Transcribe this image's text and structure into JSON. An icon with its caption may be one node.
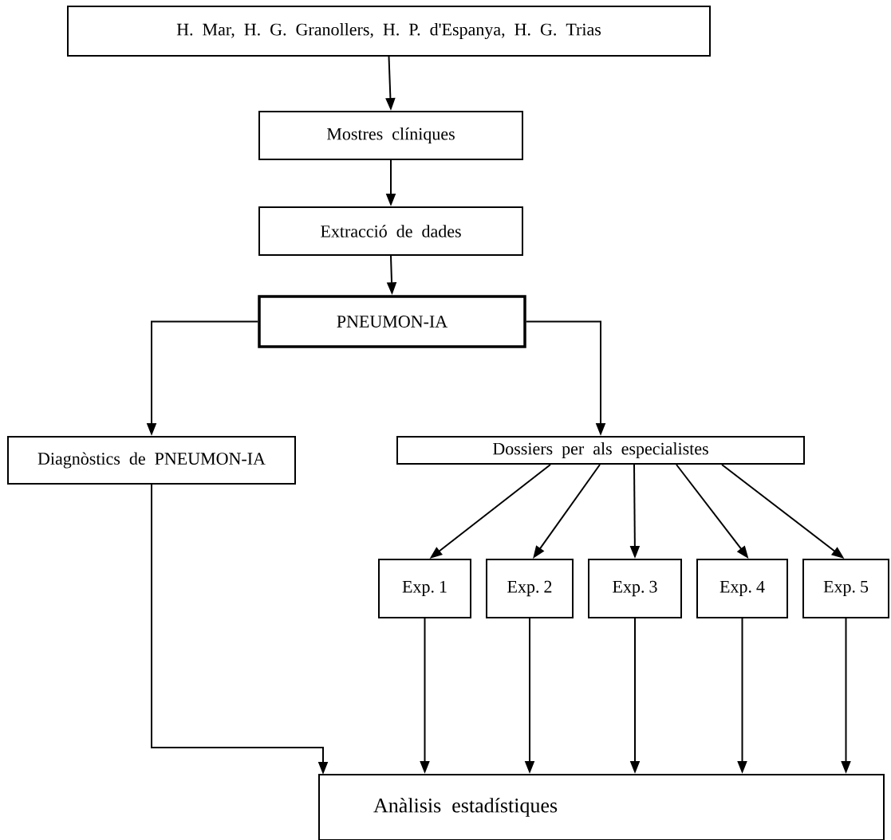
{
  "diagram": {
    "nodes": [
      {
        "text": [
          "H. Mar, H. G. Granollers, H. P. d'Espanya, H. G. Trias"
        ]
      },
      {
        "text": [
          "Mostres clíniques"
        ]
      },
      {
        "text": [
          "Extracció de dades"
        ]
      },
      {
        "text": [
          "PNEUMON-IA"
        ]
      },
      {
        "text": [
          "Diagnòstics de PNEUMON-IA"
        ]
      },
      {
        "text": [
          "Dossiers per als especialistes"
        ]
      },
      {
        "text": [
          "Exp. 1"
        ]
      },
      {
        "text": [
          "Exp. 2"
        ]
      },
      {
        "text": [
          "Exp. 3"
        ]
      },
      {
        "text": [
          "Exp. 4"
        ]
      },
      {
        "text": [
          "Exp. 5"
        ]
      },
      {
        "text": [
          "Anàlisis estadístiques"
        ]
      }
    ],
    "edges": [
      {
        "from": 0,
        "to": 1,
        "arrow": "to"
      },
      {
        "from": 1,
        "to": 2,
        "arrow": "to"
      },
      {
        "from": 2,
        "to": 3,
        "arrow": "to"
      },
      {
        "from": 3,
        "to": 4,
        "arrow": "to"
      },
      {
        "from": 3,
        "to": 5,
        "arrow": "to"
      },
      {
        "from": 5,
        "to": 6,
        "arrow": "to"
      },
      {
        "from": 5,
        "to": 7,
        "arrow": "to"
      },
      {
        "from": 5,
        "to": 8,
        "arrow": "to"
      },
      {
        "from": 5,
        "to": 9,
        "arrow": "to"
      },
      {
        "from": 5,
        "to": 10,
        "arrow": "to"
      },
      {
        "from": 4,
        "to": 11,
        "arrow": "to"
      },
      {
        "from": 6,
        "to": 11,
        "arrow": "to"
      },
      {
        "from": 7,
        "to": 11,
        "arrow": "to"
      },
      {
        "from": 8,
        "to": 11,
        "arrow": "to"
      },
      {
        "from": 9,
        "to": 11,
        "arrow": "to"
      },
      {
        "from": 10,
        "to": 11,
        "arrow": "to"
      }
    ]
  }
}
